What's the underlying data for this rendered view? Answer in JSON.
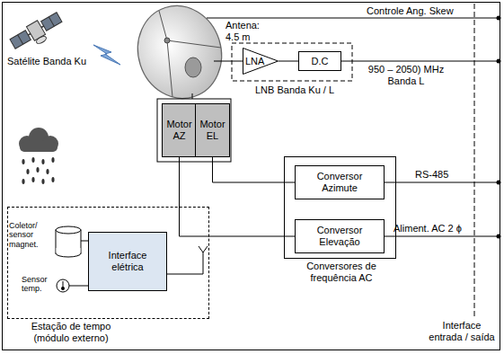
{
  "diagram": {
    "nodes": [
      {
        "text": [
          "LNA"
        ]
      },
      {
        "text": [
          "D.C"
        ]
      },
      {
        "text": [
          "Motor AZ"
        ]
      },
      {
        "text": [
          "Motor EL"
        ]
      },
      {
        "text": [
          "Conversores de frequência AC"
        ]
      },
      {
        "text": [
          "Conversor Azimute"
        ],
        "in": 4
      },
      {
        "text": [
          "Conversor Elevação"
        ],
        "in": 4
      },
      {
        "text": [
          "Estação de tempo (módulo externo)"
        ]
      },
      {
        "text": [
          "Interface elétrica"
        ],
        "in": 7
      }
    ],
    "edges": [
      {
        "from": 0,
        "to": 1,
        "arrow": "none"
      },
      {
        "from": 3,
        "to": 5,
        "arrow": "none"
      },
      {
        "from": 2,
        "to": 6,
        "arrow": "none"
      }
    ],
    "labels": [
      "Satélite Banda Ku",
      "Antena: 4.5 m",
      "Controle Ang. Skew",
      "950 – 2050) MHz Banda L",
      "LNB Banda Ku / L",
      "RS-485",
      "Aliment. AC 2 ϕ",
      "Interface entrada / saída",
      "Coletor/ sensor magnet.",
      "Sensor temp."
    ]
  }
}
